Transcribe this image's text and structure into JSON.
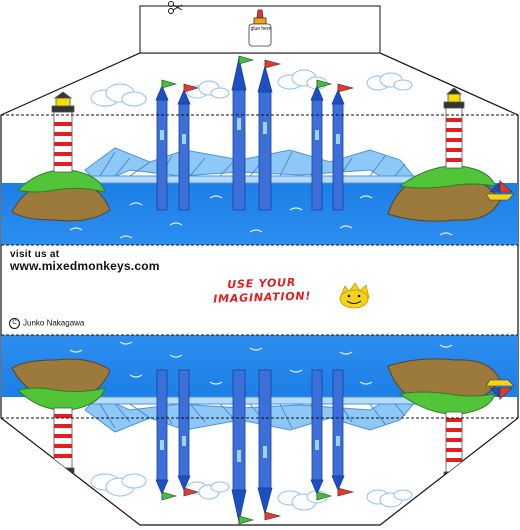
{
  "template": {
    "glue_label": "glue here",
    "visit_label": "visit us at",
    "site_url": "www.mixedmonkeys.com",
    "copyright": "Junko Nakagawa",
    "copyright_symbol": "C",
    "slogan_line1": "USE YOUR",
    "slogan_line2": "IMAGINATION!"
  },
  "icons": [
    "scissors-icon",
    "glue-bottle-icon",
    "smiley-face-icon",
    "lighthouse-icon",
    "sailboat-icon",
    "flag-icon"
  ],
  "colors": {
    "water": "#1c7fe6",
    "sky_edge": "#ffffff",
    "tower": "#2d5fd0",
    "bridge": "#7fbef5",
    "island_rock": "#9c7a3c",
    "grass": "#52c43a",
    "flag_green": "#3cc23c",
    "flag_red": "#e8382e",
    "slogan": "#e02020",
    "smiley": "#f5d21c"
  }
}
